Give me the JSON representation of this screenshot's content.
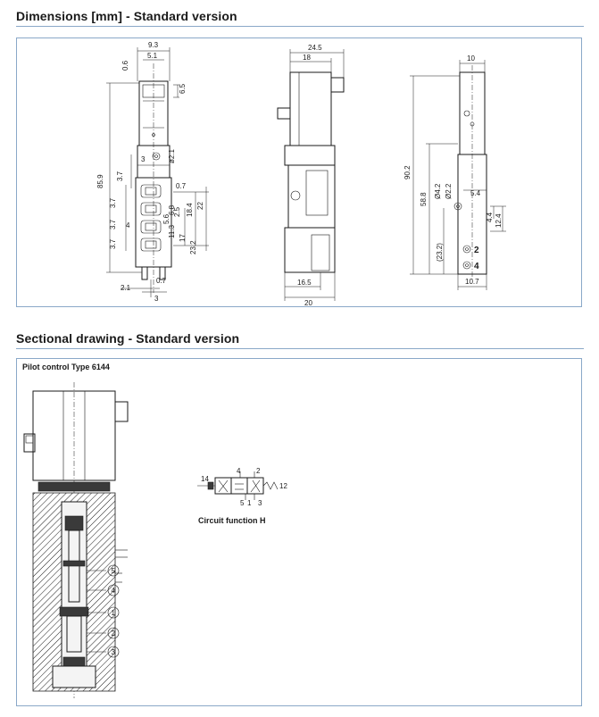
{
  "sections": {
    "dimensions_title": "Dimensions [mm] - Standard version",
    "sectional_title": "Sectional drawing - Standard version"
  },
  "pilot_label": "Pilot control Type 6144",
  "circuit_label": "Circuit function H",
  "dims": {
    "front": {
      "d9_3": "9.3",
      "d5_1": "5.1",
      "d0_6": "0.6",
      "d6_5": "6.5",
      "d85_9": "85.9",
      "d3": "3",
      "d2_1_dia": "ø2.1",
      "d3_7a": "3.7",
      "d0_7a": "0.7",
      "d2_5": "2.5",
      "d18_4": "18.4",
      "d22": "22",
      "d3_7b": "3.7",
      "d3_7c": "3.7",
      "d4": "4",
      "d5_6": "5.6",
      "d6_8": "6.8",
      "d11_3": "11.3",
      "d17": "17",
      "d23_2": "23.2",
      "d3_7d": "3.7",
      "d2_1": "2.1",
      "d0_7b": "0.7",
      "d3b": "3"
    },
    "side": {
      "d24_5": "24.5",
      "d18": "18",
      "d16_5": "16.5",
      "d20": "20"
    },
    "right": {
      "d10": "10",
      "d90_2": "90.2",
      "d58_8": "58.8",
      "d4_2": "Ø4.2",
      "d2_2": "Ø2.2",
      "d5_4": "5.4",
      "d4_4": "4.4",
      "d12_4": "12.4",
      "d23_2p": "(23.2)",
      "d10_7": "10.7",
      "port2": "2",
      "port4": "4"
    }
  },
  "circuit": {
    "p14": "14",
    "p12": "12",
    "p4": "4",
    "p2": "2",
    "p5": "5",
    "p1": "1",
    "p3": "3"
  },
  "callouts": [
    "5",
    "4",
    "1",
    "2",
    "3"
  ]
}
